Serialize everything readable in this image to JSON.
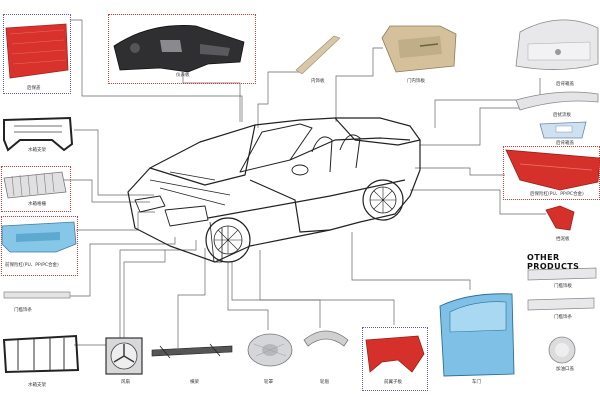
{
  "labels": {
    "hood": "后保盖",
    "dashboard": "仪表板",
    "pillar_trim": "内饰板",
    "door_panel": "门内饰板",
    "tailgate": "后背箱盖",
    "front_frame": "水箱支架",
    "grille": "水箱格栅",
    "front_bumper": "前保险杠(PU、PP/PC合金)",
    "rear_spoiler": "后扰流板",
    "trunk_lid": "后背箱盖",
    "rear_bumper": "后保险杠(PU、PP/PC合金)",
    "mudguard": "挡泥板",
    "side_strip": "门槛饰条",
    "radiator_support": "水箱支架",
    "fan": "风扇",
    "crossbeam": "横梁",
    "wheel_cover": "轮罩",
    "wheel_arch": "轮眉",
    "fender": "前翼子板",
    "car_door": "车门",
    "other_products_title": "OTHER PRODUCTS",
    "other_1": "门槛饰板",
    "other_2": "门槛饰条",
    "fuel_cap": "加油口盖"
  }
}
